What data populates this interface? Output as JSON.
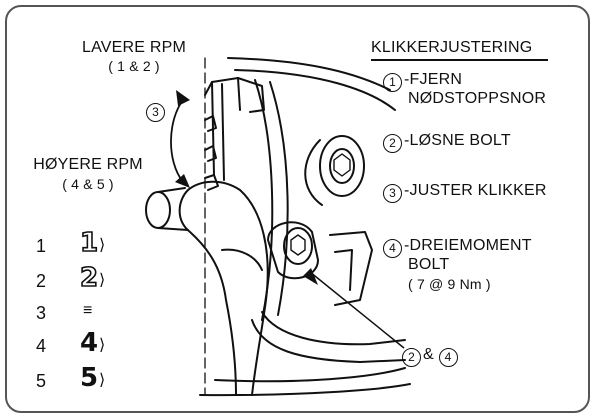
{
  "left_labels": {
    "lower_rpm": "LAVERE RPM",
    "lower_rpm_settings": "( 1 & 2 )",
    "higher_rpm": "HØYERE RPM",
    "higher_rpm_settings": "( 4 & 5 )",
    "adjust_ref": "3"
  },
  "title": "KLIKKERJUSTERING",
  "steps": [
    {
      "num": "1",
      "line1": "-FJERN",
      "line2": "NØDSTOPPSNOR"
    },
    {
      "num": "2",
      "line1": "-LØSNE BOLT"
    },
    {
      "num": "3",
      "line1": "-JUSTER KLIKKER"
    },
    {
      "num": "4",
      "line1": "-DREIEMOMENT",
      "line2": "BOLT",
      "line3": "( 7 @ 9 Nm )"
    }
  ],
  "callout": {
    "a": "2",
    "sep": "&",
    "b": "4"
  },
  "positions": [
    {
      "num": "1",
      "symbol": "1"
    },
    {
      "num": "2",
      "symbol": "2"
    },
    {
      "num": "3",
      "symbol": "≡"
    },
    {
      "num": "4",
      "symbol": "4"
    },
    {
      "num": "5",
      "symbol": "5"
    }
  ]
}
